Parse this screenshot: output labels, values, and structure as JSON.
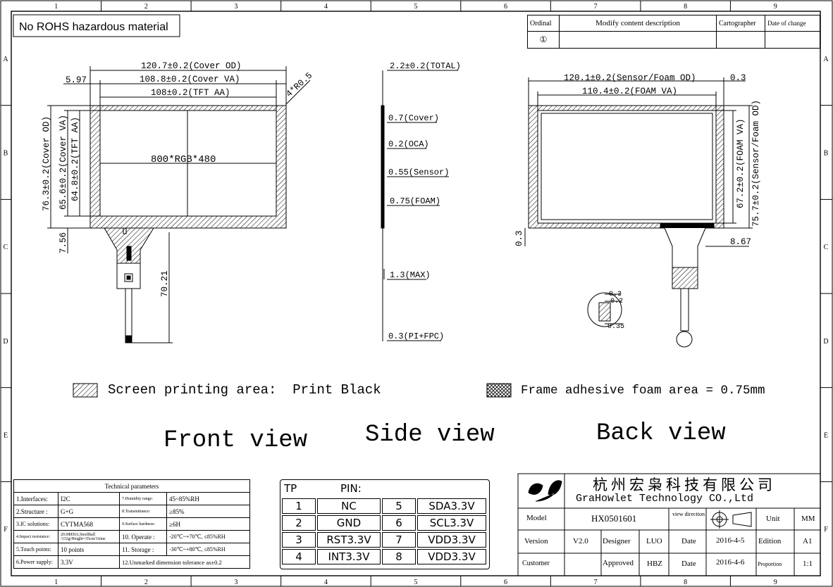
{
  "border": {
    "cols": [
      "1",
      "2",
      "3",
      "4",
      "5",
      "6",
      "7",
      "8",
      "9"
    ],
    "rows": [
      "A",
      "B",
      "C",
      "D",
      "E",
      "F"
    ]
  },
  "rohs": "No ROHS hazardous material",
  "revision": {
    "headers": [
      "Ordinal",
      "Modify content description",
      "Cartographer",
      "Date of change"
    ],
    "row": [
      "①",
      "",
      "",
      ""
    ]
  },
  "front": {
    "cover_od": "120.7±0.2(Cover OD)",
    "cover_va": "108.8±0.2(Cover VA)",
    "tft_aa": "108±0.2(TFT AA)",
    "offset_left": "5.97",
    "corner": "4*R0.5",
    "resolution": "800*RGB*480",
    "v_cover_od": "76.3±0.2(Cover OD)",
    "v_cover_va": "65.6±0.2(Cover VA)",
    "v_tft_aa": "64.8±0.2(TFT AA)",
    "bottom_offset": "7.56",
    "fpc_len": "70.21",
    "title": "Front view"
  },
  "side": {
    "total": "2.2±0.2(TOTAL)",
    "cover": "0.7(Cover)",
    "oca": "0.2(OCA)",
    "sensor": "0.55(Sensor)",
    "foam": "0.75(FOAM)",
    "max": "1.3(MAX)",
    "pi": "0.3(PI+FPC)",
    "title": "Side view"
  },
  "back": {
    "sensor_od": "120.1±0.2(Sensor/Foam OD)",
    "foam_va": "110.4±0.2(FOAM VA)",
    "gap": "0.3",
    "v_foam_va": "67.2±0.2(FOAM VA)",
    "v_sensor_od": "75.7±0.2(Sensor/Foam OD)",
    "left_gap": "0.3",
    "right_off": "8.67",
    "det1": "0.3",
    "det2": "0.2",
    "det3": "0.35",
    "title": "Back view"
  },
  "legend": {
    "screen": "Screen printing area:  Print Black",
    "foam": "Frame adhesive foam area = 0.75mm"
  },
  "tech": {
    "title": "Technical parameters",
    "rows": [
      [
        "1.Interfaces:",
        "I2C",
        "7.Humidity range:",
        "45~85%RH"
      ],
      [
        "2.Structure :",
        "G+G",
        "8.Transmittance:",
        "≥85%"
      ],
      [
        "3.IC solutions:",
        "CYTMA568",
        "9.Surface hardness:",
        "≥6H"
      ],
      [
        "4.Impact resistance:",
        "20.0ΦDIA.SteelBall /132g/Height=35cm/1time",
        "10. Operate :",
        "-20℃~+70℃, ≤85%RH"
      ],
      [
        "5.Touch points:",
        "10 points",
        "11. Storage :",
        "-30℃~+80℃, ≤85%RH"
      ],
      [
        "6.Power supply:",
        "3.3V",
        "12.Unmarked dimension tolerance as±0.2",
        ""
      ]
    ]
  },
  "pin": {
    "tp": "TP",
    "label": "PIN:",
    "rows": [
      [
        "1",
        "NC",
        "5",
        "SDA3.3V"
      ],
      [
        "2",
        "GND",
        "6",
        "SCL3.3V"
      ],
      [
        "3",
        "RST3.3V",
        "7",
        "VDD3.3V"
      ],
      [
        "4",
        "INT3.3V",
        "8",
        "VDD3.3V"
      ]
    ]
  },
  "title_block": {
    "company_cn": "杭州宏枭科技有限公司",
    "company_en": "GraHowlet Technology CO.,Ltd",
    "model_label": "Model",
    "model": "HX0501601",
    "view_dir": "view direction",
    "unit_label": "Unit",
    "unit": "MM",
    "version_label": "Version",
    "version": "V2.0",
    "designer_label": "Designer",
    "designer": "LUO",
    "date_label": "Date",
    "date1": "2016-4-5",
    "edition_label": "Edition",
    "edition": "A1",
    "customer_label": "Customer",
    "approved_label": "Approved",
    "approved": "HBZ",
    "date2": "2016-4-6",
    "proportion_label": "Proportion",
    "proportion": "1:1"
  },
  "colors": {
    "ink": "#000000",
    "paper": "#ffffff"
  }
}
